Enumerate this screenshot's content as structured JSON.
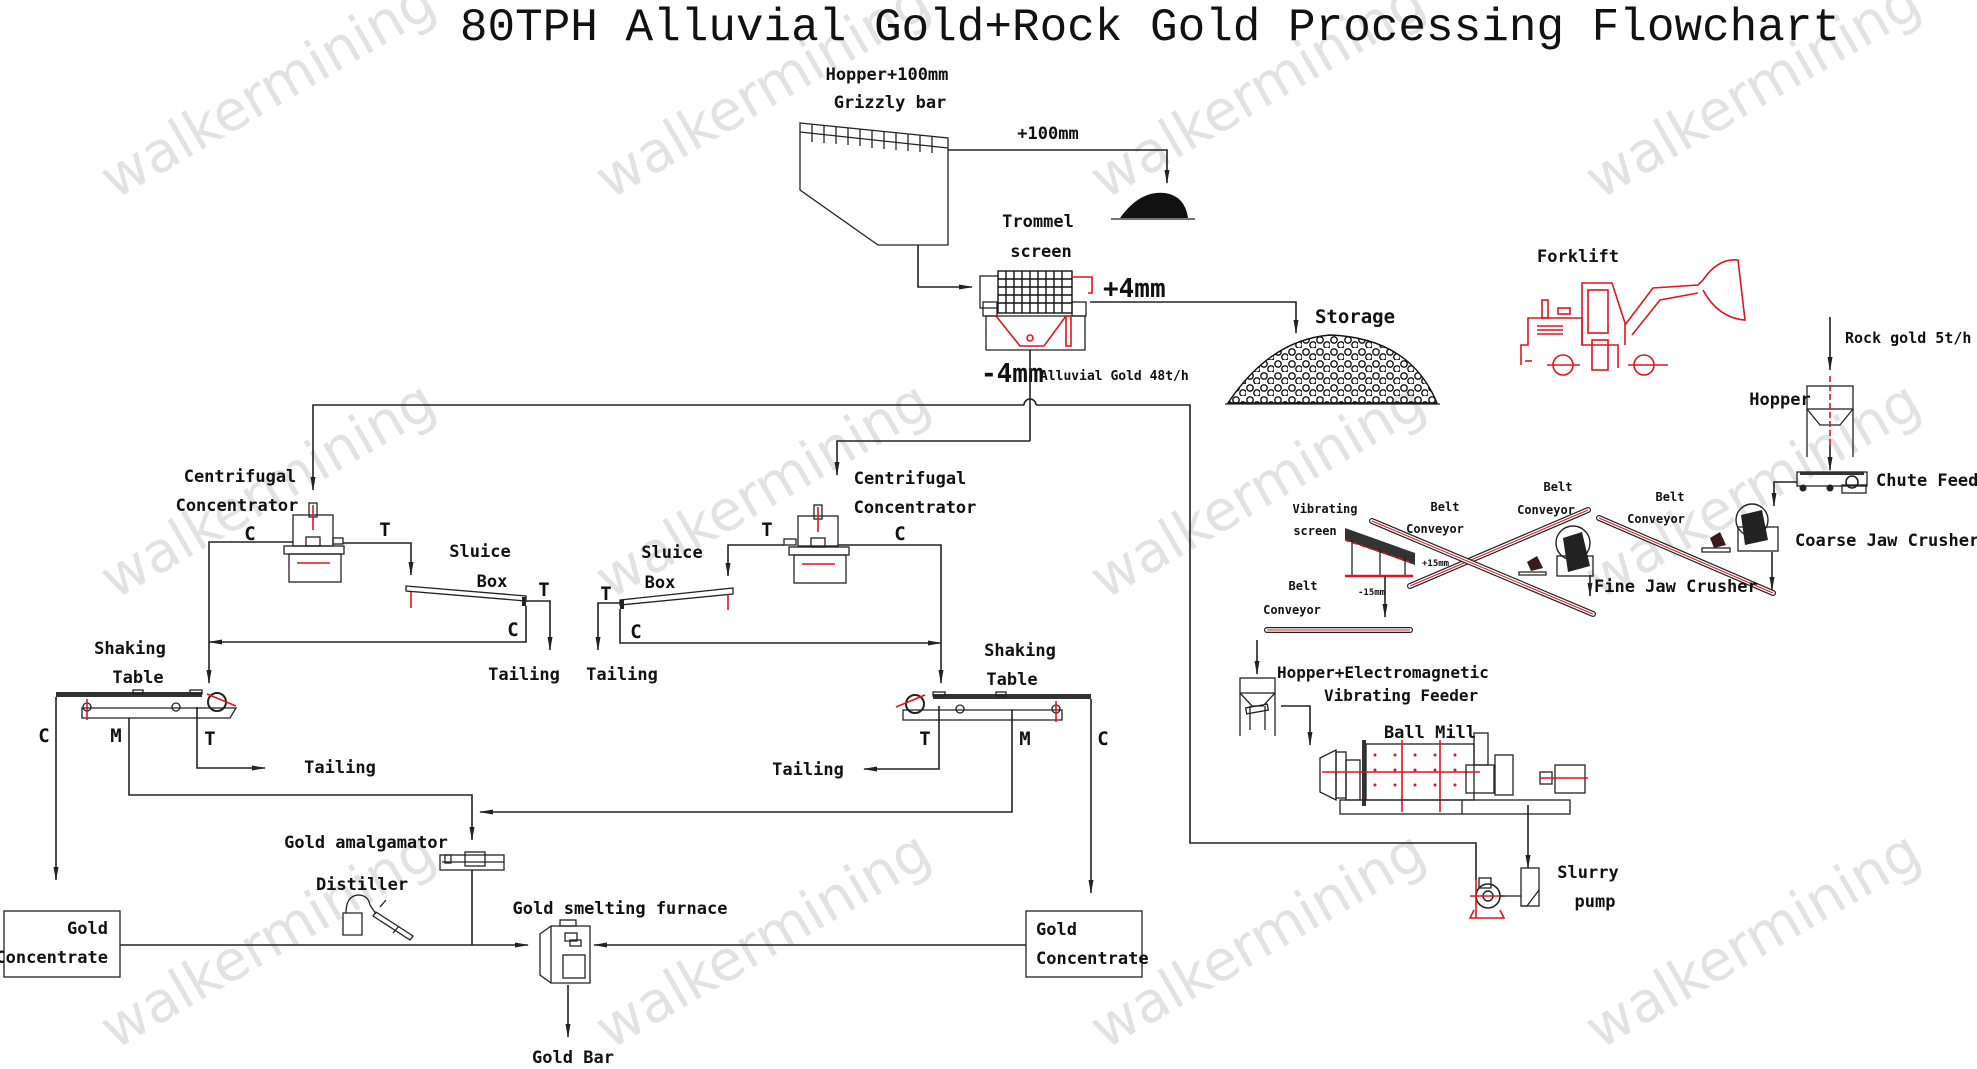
{
  "title": "80TPH Alluvial Gold+Rock Gold Processing Flowchart",
  "watermark": "walkermining",
  "colors": {
    "line": "#222222",
    "equipment_accent": "#e0141e",
    "watermark": "#e2e2e2",
    "background": "#ffffff"
  },
  "alluvial_section": {
    "hopper": {
      "line1": "Hopper+100mm",
      "line2": "Grizzly bar"
    },
    "oversize": "+100mm",
    "trommel": {
      "line1": "Trommel",
      "line2": "screen"
    },
    "trommel_oversize": "+4mm",
    "storage": "Storage",
    "trommel_undersize": "-4mm",
    "feed_rate": "Alluvial Gold 48t/h"
  },
  "left_branch": {
    "centrifugal": {
      "line1": "Centrifugal",
      "line2": "Concentrator"
    },
    "centrifugal_concentrate": "C",
    "centrifugal_tailing": "T",
    "sluice": {
      "line1": "Sluice",
      "line2": "Box"
    },
    "sluice_tailing_mark": "T",
    "sluice_concentrate_mark": "C",
    "sluice_tailing": "Tailing",
    "shaking_table": {
      "line1": "Shaking",
      "line2": "Table"
    },
    "table_c": "C",
    "table_m": "M",
    "table_t": "T",
    "table_tailing": "Tailing",
    "gold_concentrate": {
      "line1": "Gold",
      "line2": "Concentrate"
    }
  },
  "right_branch": {
    "centrifugal": {
      "line1": "Centrifugal",
      "line2": "Concentrator"
    },
    "centrifugal_concentrate": "C",
    "centrifugal_tailing": "T",
    "sluice": {
      "line1": "Sluice",
      "line2": "Box"
    },
    "sluice_tailing_mark": "T",
    "sluice_concentrate_mark": "C",
    "sluice_tailing": "Tailing",
    "shaking_table": {
      "line1": "Shaking",
      "line2": "Table"
    },
    "table_c": "C",
    "table_m": "M",
    "table_t": "T",
    "table_tailing": "Tailing",
    "gold_concentrate": {
      "line1": "Gold",
      "line2": "Concentrate"
    }
  },
  "refining": {
    "amalgamator": "Gold amalgamator",
    "distiller": "Distiller",
    "furnace": "Gold smelting furnace",
    "gold_bar": "Gold Bar"
  },
  "rock_section": {
    "forklift": "Forklift",
    "feed_rate": "Rock gold 5t/h",
    "hopper": "Hopper",
    "chute_feeder": "Chute Feeder",
    "coarse_jaw": "Coarse Jaw Crusher",
    "fine_jaw": "Fine Jaw Crusher",
    "belt_conveyor_1": {
      "line1": "Belt",
      "line2": "Conveyor"
    },
    "belt_conveyor_2": {
      "line1": "Belt",
      "line2": "Conveyor"
    },
    "belt_conveyor_3": {
      "line1": "Belt",
      "line2": "Conveyor"
    },
    "belt_conveyor_4": {
      "line1": "Belt",
      "line2": "Conveyor"
    },
    "vibrating_screen": {
      "line1": "Vibrating",
      "line2": "screen"
    },
    "screen_oversize": "+15mm",
    "screen_undersize": "-15mm",
    "feeder": {
      "line1": "Hopper+Electromagnetic",
      "line2": "Vibrating Feeder"
    },
    "ball_mill": "Ball Mill",
    "slurry_pump": {
      "line1": "Slurry",
      "line2": "pump"
    }
  }
}
